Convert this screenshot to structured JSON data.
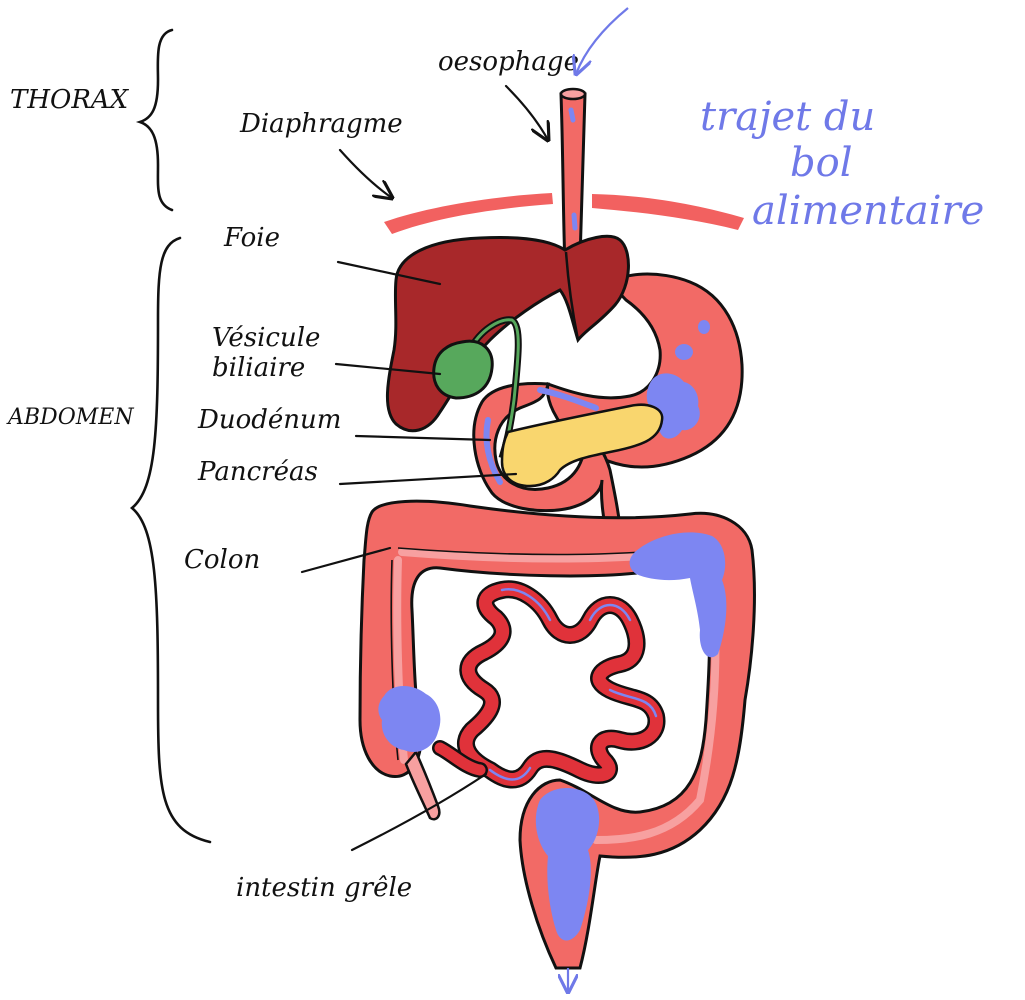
{
  "regions": {
    "thorax": "THORAX",
    "abdomen": "ABDOMEN"
  },
  "labels": {
    "oesophage": "oesophage",
    "diaphragme": "Diaphragme",
    "foie": "Foie",
    "vesicule_line1": "Vésicule",
    "vesicule_line2": "biliaire",
    "duodenum": "Duodénum",
    "pancreas": "Pancréas",
    "colon": "Colon",
    "intestin": "intestin grêle"
  },
  "annotation": {
    "line1": "trajet du",
    "line2": "bol",
    "line3": "alimentaire"
  },
  "colors": {
    "flesh": "#f26a66",
    "flesh_light": "#f7a0a0",
    "liver": "#a8282a",
    "gallbladder": "#57a85c",
    "pancreas": "#f9d66e",
    "small_intestine": "#e0323a",
    "bolus": "#7d86f2",
    "diaphragm": "#f26160",
    "annotation": "#6f79e8"
  }
}
